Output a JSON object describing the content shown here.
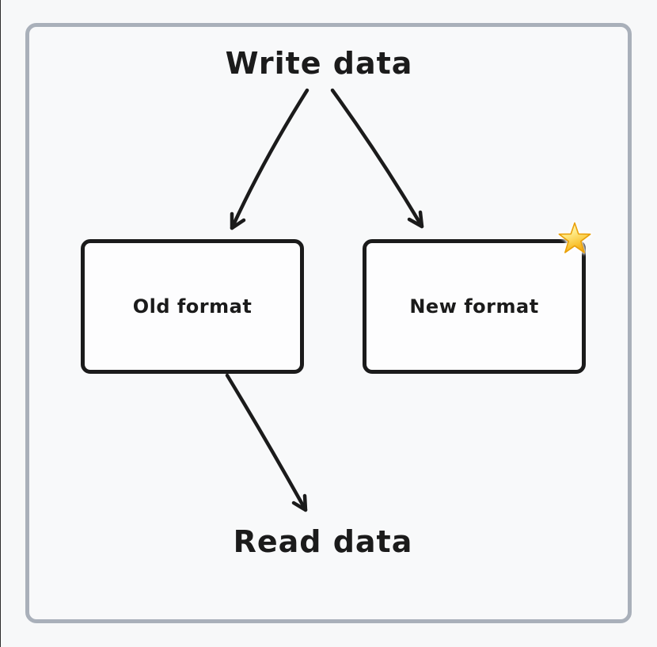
{
  "diagram": {
    "source_label": "Write data",
    "sink_label": "Read data",
    "boxes": [
      {
        "label": "Old format"
      },
      {
        "label": "New format"
      }
    ],
    "badges": [
      {
        "icon": "star-emoji-icon",
        "attached_to": "New format"
      }
    ],
    "arrows": [
      {
        "from": "Write data",
        "to": "Old format"
      },
      {
        "from": "Write data",
        "to": "New format"
      },
      {
        "from": "Old format",
        "to": "Read data"
      }
    ]
  },
  "colors": {
    "background": "#f7f8f9",
    "frame_border": "#a9b0ba",
    "ink": "#1b1b1b",
    "box_fill": "#fdfdfe",
    "star_gold": "#f7b613",
    "star_light": "#ffec8a",
    "star_outline": "#e9a009"
  }
}
